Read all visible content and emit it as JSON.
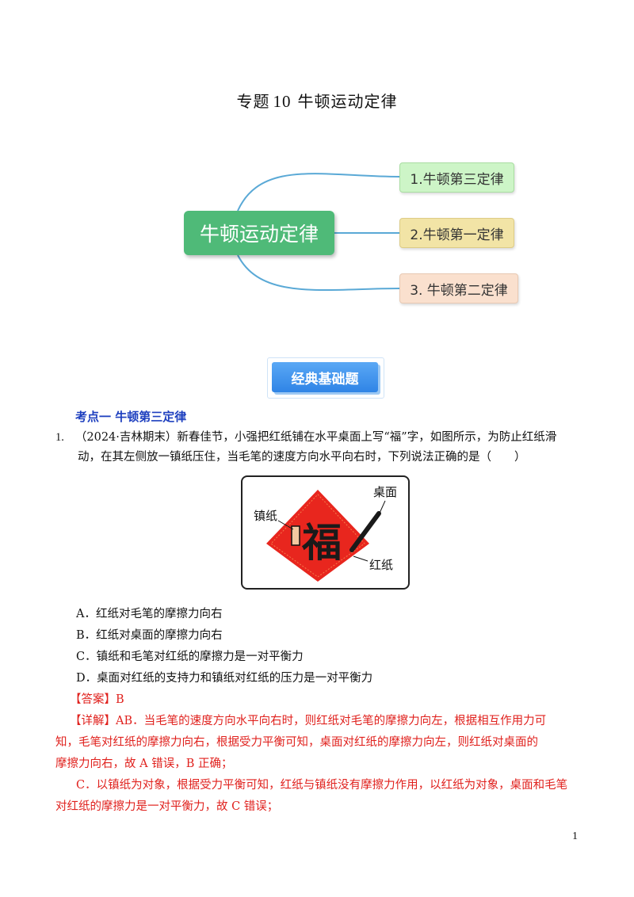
{
  "header": {
    "title_prefix": "专题",
    "title_number": "10",
    "title_text": "牛顿运动定律"
  },
  "mindmap": {
    "central": "牛顿运动定律",
    "branches": [
      "1.牛顿第三定律",
      "2.牛顿第一定律",
      "3. 牛顿第二定律"
    ],
    "colors": {
      "central": "#4fba78",
      "line": "#5aa9d6"
    }
  },
  "banner": {
    "label": "经典基础题"
  },
  "section": {
    "title": "考点一  牛顿第三定律"
  },
  "question": {
    "number": "1.",
    "line1": "（2024·吉林期末）新春佳节，小强把红纸铺在水平桌面上写“福”字，如图所示，为防止红纸滑",
    "line2": "动，在其左侧放一镇纸压住，当毛笔的速度方向水平向右时，下列说法正确的是（　　）",
    "figure": {
      "char": "福",
      "label_desk": "桌面",
      "label_weight": "镇纸",
      "label_paper": "红纸"
    },
    "options": [
      "A．红纸对毛笔的摩擦力向右",
      "B．红纸对桌面的摩擦力向右",
      "C．镇纸和毛笔对红纸的摩擦力是一对平衡力",
      "D．桌面对红纸的支持力和镇纸对红纸的压力是一对平衡力"
    ]
  },
  "answer": {
    "answer_line": "【答案】B",
    "detail": [
      "【详解】AB．当毛笔的速度方向水平向右时，则红纸对毛笔的摩擦力向左，根据相互作用力可",
      "知，毛笔对红纸的摩擦力向右，根据受力平衡可知，桌面对红纸的摩擦力向左，则红纸对桌面的",
      "摩擦力向右，故 A 错误，B 正确；",
      "C．以镇纸为对象，根据受力平衡可知，红纸与镇纸没有摩擦力作用，以红纸为对象，桌面和毛笔",
      "对红纸的摩擦力是一对平衡力，故 C 错误；"
    ],
    "color": "#e0211d"
  },
  "footer": {
    "page_number": "1"
  }
}
